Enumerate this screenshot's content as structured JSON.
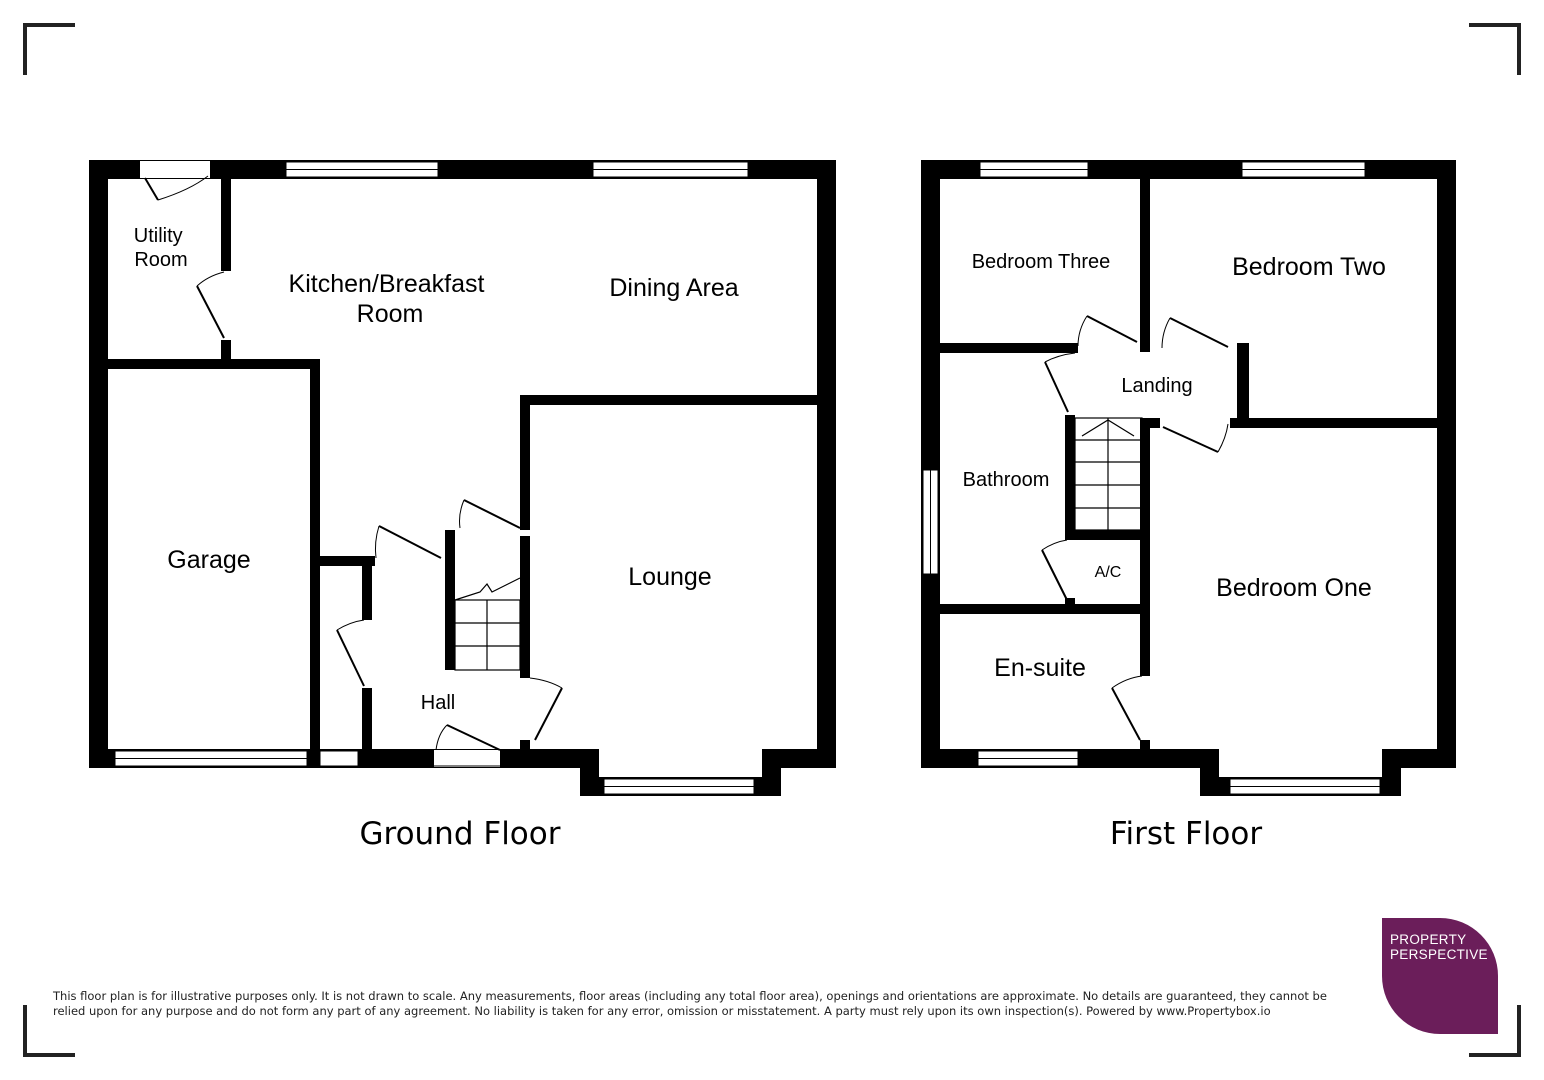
{
  "ground_floor": {
    "title": "Ground Floor",
    "rooms": {
      "utility": [
        "Utility",
        "Room"
      ],
      "kitchen": [
        "Kitchen/Breakfast",
        "Room"
      ],
      "dining": "Dining Area",
      "garage": "Garage",
      "lounge": "Lounge",
      "hall": "Hall"
    }
  },
  "first_floor": {
    "title": "First Floor",
    "rooms": {
      "bedroom_three": "Bedroom Three",
      "bedroom_two": "Bedroom Two",
      "landing": "Landing",
      "bathroom": "Bathroom",
      "ac": "A/C",
      "bedroom_one": "Bedroom One",
      "ensuite": "En-suite"
    }
  },
  "disclaimer": "This floor plan is for illustrative purposes only. It is not drawn to scale. Any measurements, floor areas (including any total floor area), openings and orientations are approximate. No details are guaranteed, they cannot be relied upon for any purpose and do not form any part of any agreement. No liability is taken for any error, omission or misstatement. A party must rely upon its own inspection(s). Powered by www.Propertybox.io",
  "logo": {
    "line1": "PROPERTY",
    "line2": "PERSPECTIVE",
    "color": "#6b1e5a"
  }
}
